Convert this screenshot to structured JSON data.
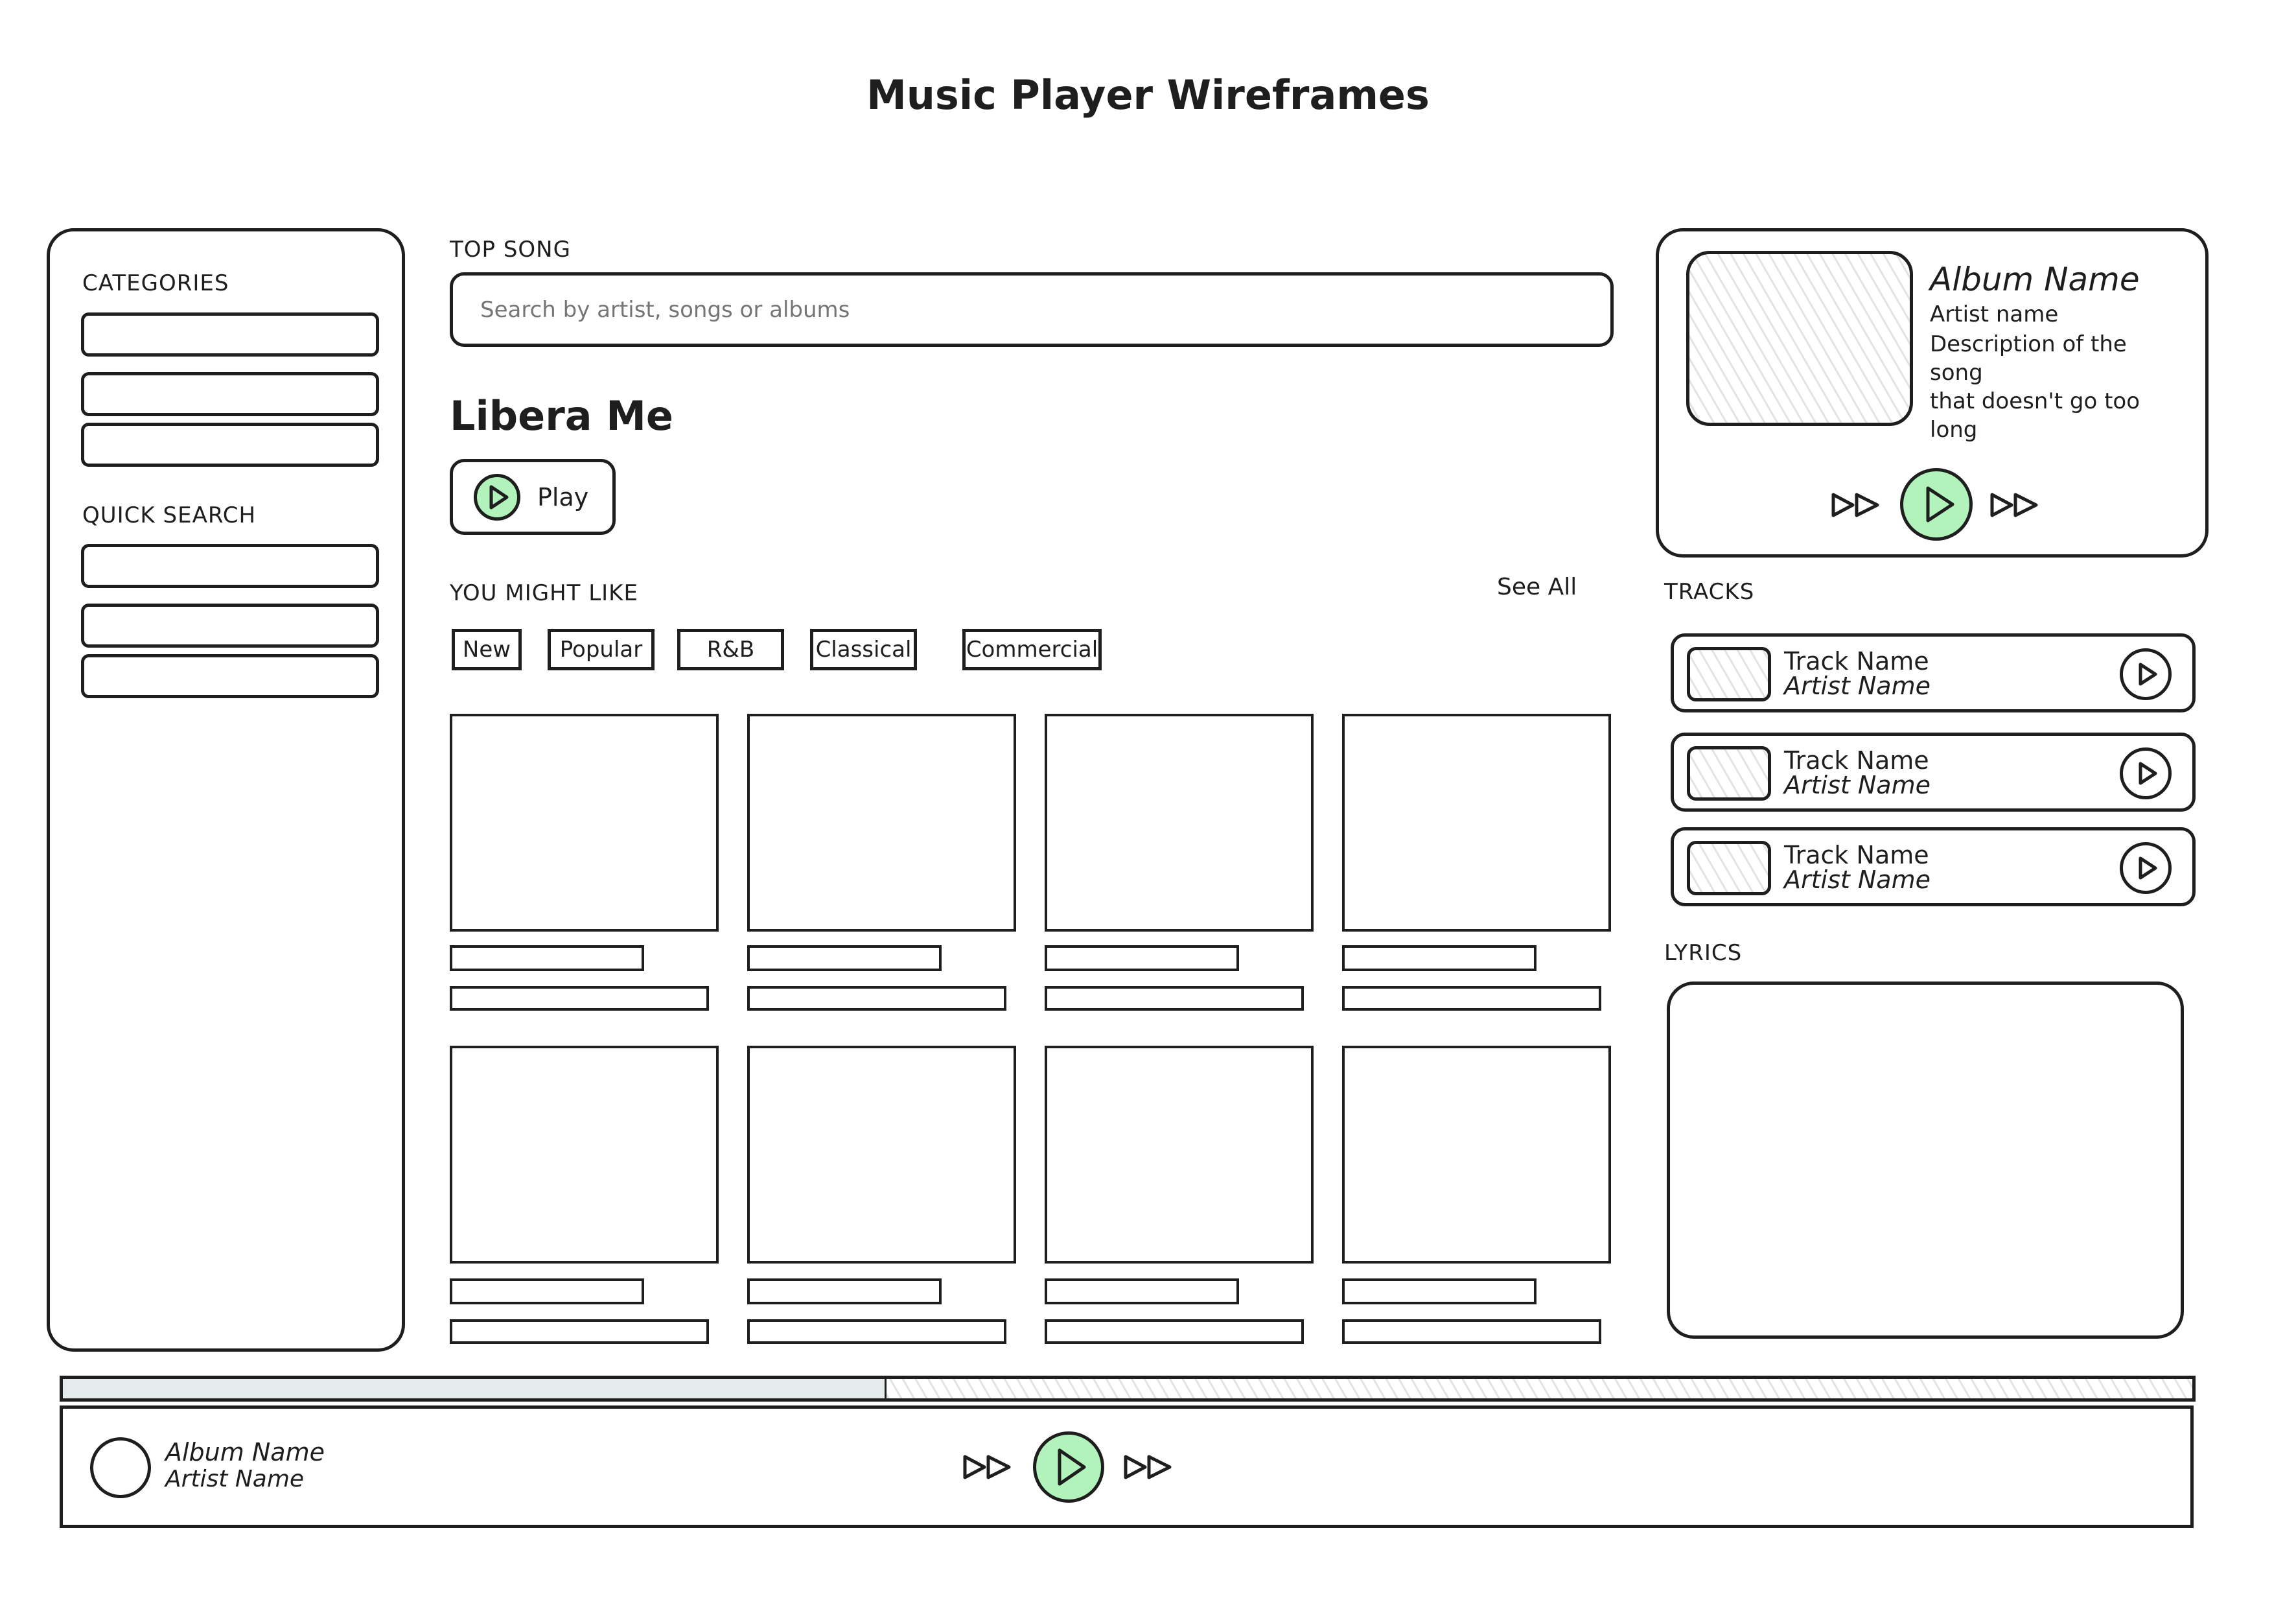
{
  "page": {
    "title": "Music Player Wireframes"
  },
  "sidebar": {
    "categories_label": "CATEGORIES",
    "categories_items": [
      "",
      "",
      ""
    ],
    "quick_search_label": "QUICK SEARCH",
    "quick_search_items": [
      "",
      "",
      ""
    ]
  },
  "main": {
    "top_song_label": "TOP SONG",
    "search": {
      "placeholder": "Search by artist, songs or albums",
      "value": ""
    },
    "song_title": "Libera Me",
    "play_button_label": "Play",
    "you_might_like_label": "YOU MIGHT LIKE",
    "see_all_label": "See All",
    "filters": [
      {
        "label": "New",
        "active": true
      },
      {
        "label": "Popular",
        "active": false
      },
      {
        "label": "R&B",
        "active": false
      },
      {
        "label": "Classical",
        "active": false
      },
      {
        "label": "Commercial",
        "active": false
      }
    ],
    "cards_count": 8
  },
  "now_playing_card": {
    "album_name": "Album Name",
    "artist_name": "Artist name",
    "description_lines": [
      "Description of the",
      "song",
      "that doesn't go too",
      "long"
    ]
  },
  "tracks": {
    "label": "TRACKS",
    "items": [
      {
        "track_name": "Track Name",
        "artist_name": "Artist Name"
      },
      {
        "track_name": "Track Name",
        "artist_name": "Artist Name"
      },
      {
        "track_name": "Track Name",
        "artist_name": "Artist Name"
      }
    ]
  },
  "lyrics": {
    "label": "LYRICS",
    "text": ""
  },
  "player_bar": {
    "progress_fraction": 0.386,
    "album_name": "Album Name",
    "artist_name": "Artist Name"
  },
  "colors": {
    "accent_green": "#b2f2bb",
    "stroke": "#1e1e1e",
    "progress_fill": "#e6ebec"
  }
}
